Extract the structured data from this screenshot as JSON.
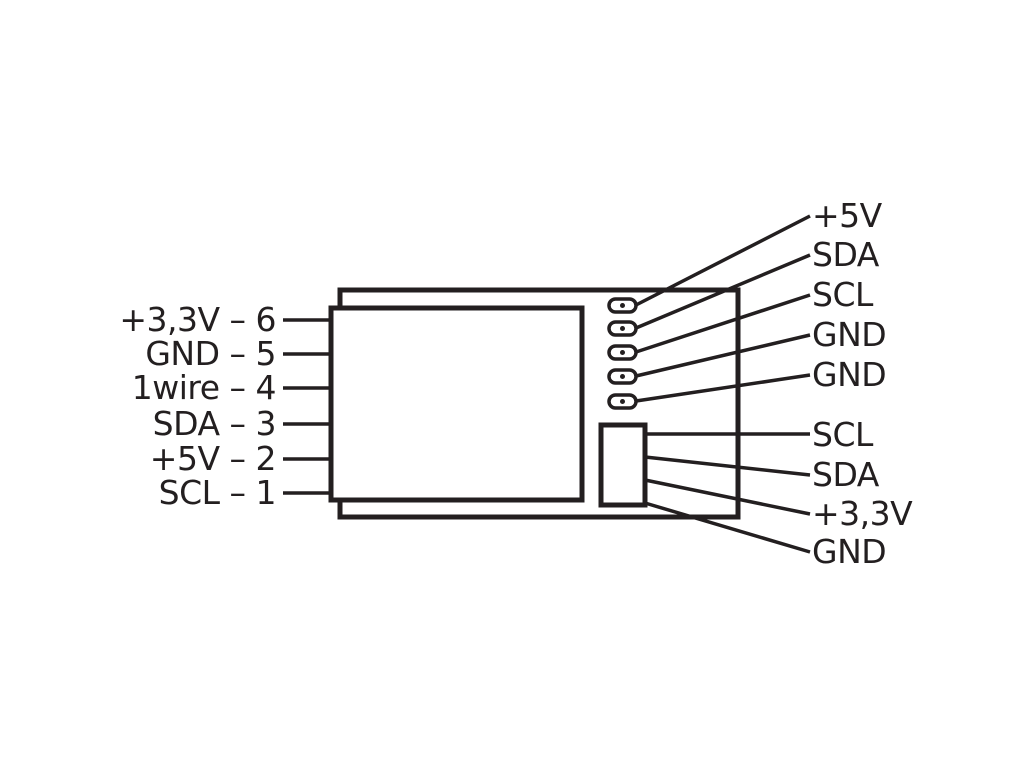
{
  "colors": {
    "ink": "#231f20",
    "background": "#ffffff"
  },
  "left_pins": [
    {
      "label": "+3,3V – 6"
    },
    {
      "label": "GND – 5"
    },
    {
      "label": "1wire – 4"
    },
    {
      "label": "SDA – 3"
    },
    {
      "label": "+5V – 2"
    },
    {
      "label": "SCL – 1"
    }
  ],
  "right_top_pins": [
    {
      "label": "+5V"
    },
    {
      "label": "SDA"
    },
    {
      "label": "SCL"
    },
    {
      "label": "GND"
    },
    {
      "label": "GND"
    }
  ],
  "right_bottom_pins": [
    {
      "label": "SCL"
    },
    {
      "label": "SDA"
    },
    {
      "label": "+3,3V"
    },
    {
      "label": "GND"
    }
  ]
}
